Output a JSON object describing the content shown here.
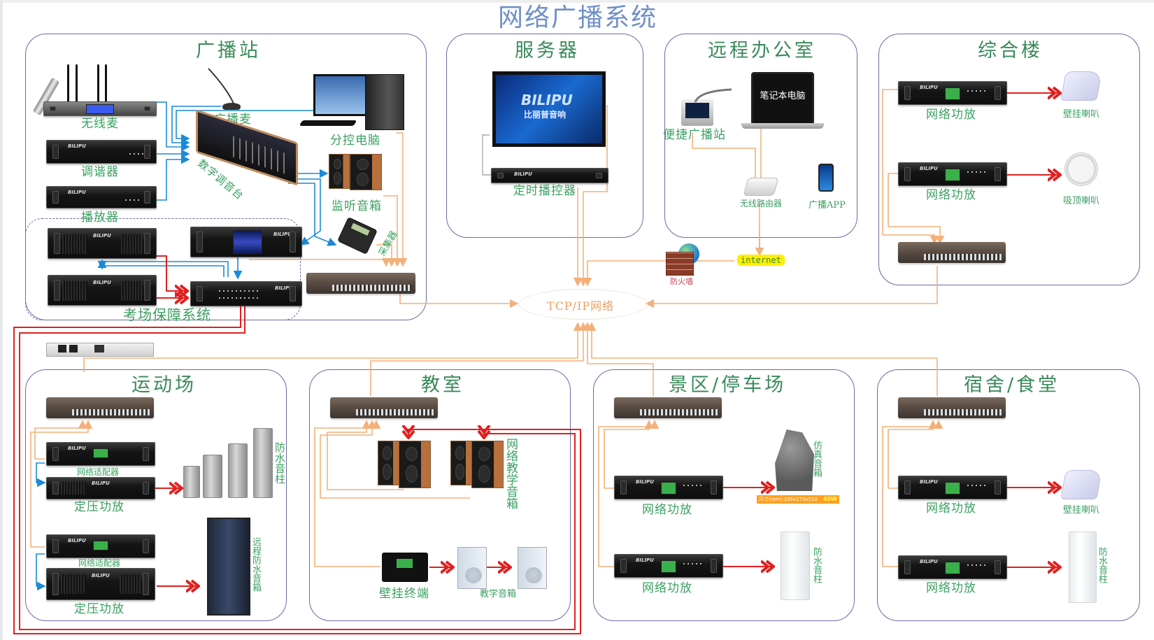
{
  "title": "网络广播系统",
  "colors": {
    "zone_border": "#6a6aa8",
    "zone_title": "#3a8a5a",
    "label": "#3aa060",
    "network_line": "#f4b07a",
    "audio_line_blue": "#1a8ad8",
    "speaker_line_red": "#e02020",
    "title_blue": "#7090c8",
    "internet_badge": "#ffee00"
  },
  "network_core": {
    "label": "TCP/IP网络",
    "firewall": "防火墙",
    "internet": "internet"
  },
  "zones": {
    "broadcast_station": {
      "title": "广播站",
      "devices": {
        "wireless_mic": "无线麦",
        "paging_mic": "广播麦",
        "control_pc": "分控电脑",
        "tuner": "调谐器",
        "digital_mixer": "数字调音台",
        "monitor_speakers": "监听音箱",
        "player": "播放器",
        "collector": "采集器"
      },
      "exam_subsystem": {
        "title": "考场保障系统"
      }
    },
    "server": {
      "title": "服务器",
      "devices": {
        "server_brand": "BILIPU",
        "server_brand_cn": "比丽普音响",
        "timer_controller": "定时播控器"
      }
    },
    "remote_office": {
      "title": "远程办公室",
      "devices": {
        "portable_station": "便捷广播站",
        "laptop": "笔记本电脑",
        "wireless_router": "无线路由器",
        "broadcast_app": "广播APP"
      }
    },
    "complex_building": {
      "title": "综合楼",
      "devices": [
        {
          "amp": "网络功放",
          "speaker": "壁挂喇叭"
        },
        {
          "amp": "网络功放",
          "speaker": "吸顶喇叭"
        }
      ]
    },
    "sports_field": {
      "title": "运动场",
      "devices": [
        {
          "adapter": "网络适配器",
          "amp": "定压功放",
          "speaker": "防水音柱"
        },
        {
          "adapter": "网络适配器",
          "amp": "定压功放",
          "speaker": "远程防水音箱"
        }
      ]
    },
    "classroom": {
      "title": "教室",
      "devices": {
        "network_teaching_speaker": "网络教学音箱",
        "wall_terminal": "壁挂终端",
        "teaching_speaker": "教学音箱"
      }
    },
    "scenic_parking": {
      "title": "景区/停车场",
      "devices": [
        {
          "amp": "网络功放",
          "speaker": "仿真音箱",
          "spec": "尺寸(mm):335x273x510",
          "power": "40W"
        },
        {
          "amp": "网络功放",
          "speaker": "防水音柱"
        }
      ]
    },
    "dorm_canteen": {
      "title": "宿舍/食堂",
      "devices": [
        {
          "amp": "网络功放",
          "speaker": "壁挂喇叭"
        },
        {
          "amp": "网络功放",
          "speaker": "防水音柱"
        }
      ]
    }
  }
}
